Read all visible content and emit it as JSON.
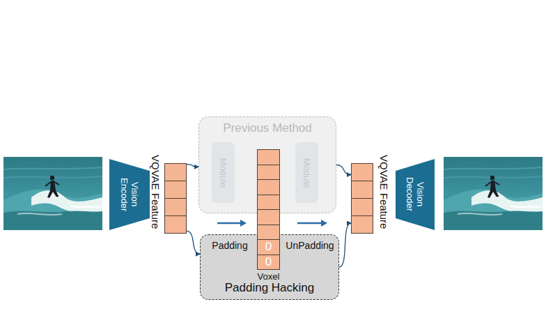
{
  "diagram": {
    "nodes": [
      {
        "text": [
          "Vision Encoder"
        ]
      },
      {
        "text": [
          "VQVAE Feature"
        ]
      },
      {
        "text": [
          "Previous Method"
        ]
      },
      {
        "text": [
          "Module"
        ],
        "in": 2
      },
      {
        "text": [
          "Module"
        ],
        "in": 2
      },
      {
        "text": [
          "0",
          "0",
          "Voxel"
        ]
      },
      {
        "text": [
          "Padding Hacking"
        ]
      },
      {
        "text": [
          "VQVAE Feature"
        ]
      },
      {
        "text": [
          "Vision Decoder"
        ]
      }
    ],
    "edges": [
      {
        "from": 1,
        "to": 2,
        "arrow": "to"
      },
      {
        "from": 1,
        "to": 6,
        "arrow": "to"
      },
      {
        "from": 2,
        "to": 7,
        "arrow": "to"
      },
      {
        "from": 6,
        "to": 7,
        "arrow": "to"
      }
    ],
    "labels": [
      "Padding",
      "UnPadding"
    ]
  }
}
